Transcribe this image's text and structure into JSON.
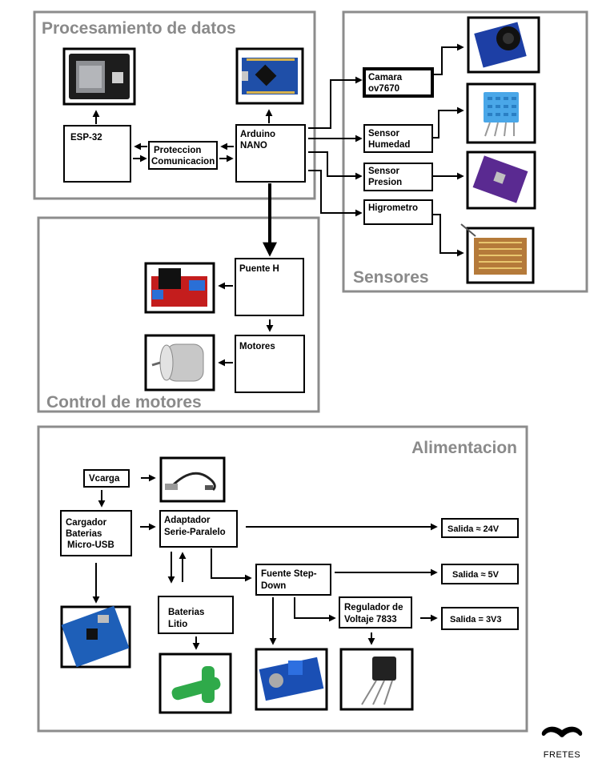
{
  "sections": {
    "procesamiento": "Procesamiento de datos",
    "sensores": "Sensores",
    "control": "Control de motores",
    "alimentacion": "Alimentacion"
  },
  "nodes": {
    "esp32": [
      "ESP-32"
    ],
    "proteccion": [
      "Proteccion",
      "Comunicacion"
    ],
    "arduino": [
      "Arduino",
      "NANO"
    ],
    "camara": [
      "Camara",
      "ov7670"
    ],
    "humedad": [
      "Sensor",
      "Humedad"
    ],
    "presion": [
      "Sensor",
      "Presion"
    ],
    "higrometro": [
      "Higrometro"
    ],
    "puente": [
      "Puente H"
    ],
    "motores": [
      "Motores"
    ],
    "vcarga": [
      "Vcarga"
    ],
    "cargador": [
      "Cargador",
      "Baterias",
      "Micro-USB"
    ],
    "adaptador": [
      "Adaptador",
      "Serie-Paralelo"
    ],
    "fuente": [
      "Fuente Step-",
      "Down"
    ],
    "regulador": [
      "Regulador de",
      "Voltaje 7833"
    ],
    "baterias": [
      "Baterias",
      "Litio"
    ],
    "salida24": [
      "Salida ≈ 24V"
    ],
    "salida5": [
      "Salida ≈ 5V"
    ],
    "salida33": [
      "Salida = 3V3"
    ]
  },
  "images": {
    "esp32": "esp32-board-photo",
    "arduino": "arduino-nano-photo",
    "camara": "ov7670-camera-photo",
    "humedad": "dht-humidity-sensor-photo",
    "presion": "pressure-sensor-board-photo",
    "higrometro": "soil-hygrometer-probe-photo",
    "puente": "h-bridge-driver-photo",
    "motores": "dc-motor-photo",
    "usb": "usb-cable-photo",
    "cargador": "charger-module-photo",
    "baterias": "lithium-battery-photo",
    "fuente": "step-down-module-photo",
    "regulador": "voltage-regulator-photo"
  },
  "logo": {
    "text": "FRETES",
    "icon": "mustache-icon"
  }
}
